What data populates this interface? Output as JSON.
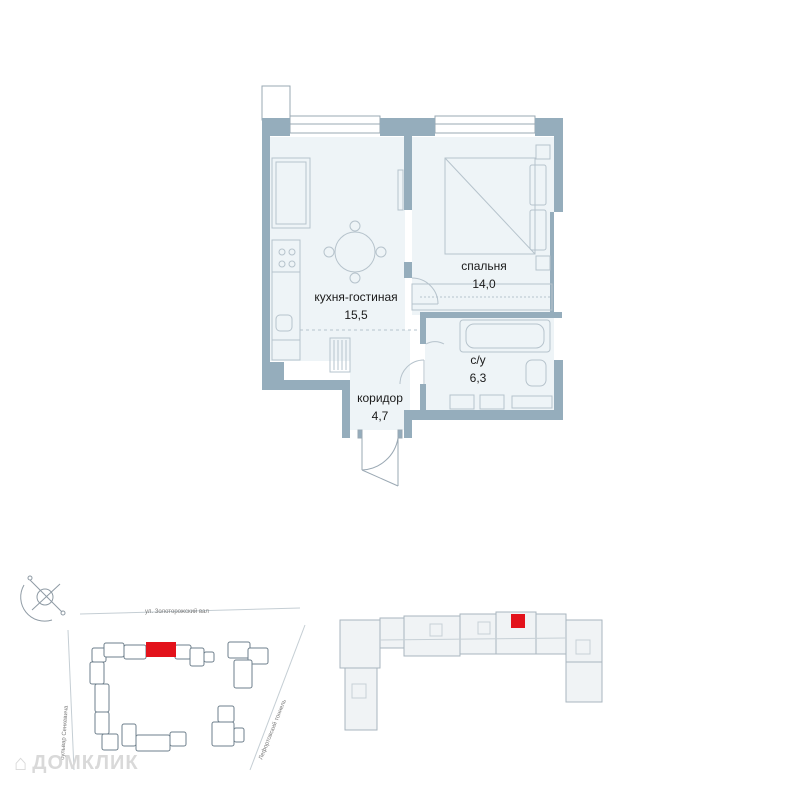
{
  "rooms": [
    {
      "id": "kitchen",
      "name": "кухня-гостиная",
      "area": "15,5"
    },
    {
      "id": "bedroom",
      "name": "спальня",
      "area": "14,0"
    },
    {
      "id": "bathroom",
      "name": "с/у",
      "area": "6,3"
    },
    {
      "id": "corridor",
      "name": "коридор",
      "area": "4,7"
    }
  ],
  "streets": {
    "top": "ул. Золоторожский вал",
    "left": "бульвар Сенкевича",
    "right": "Лефортовский тоннель"
  },
  "watermark": "ДОМКЛИК",
  "colors": {
    "wall": "#95adbc",
    "floor": "#eef4f7",
    "highlight": "#e3121b",
    "outline": "#9aa8b3"
  }
}
